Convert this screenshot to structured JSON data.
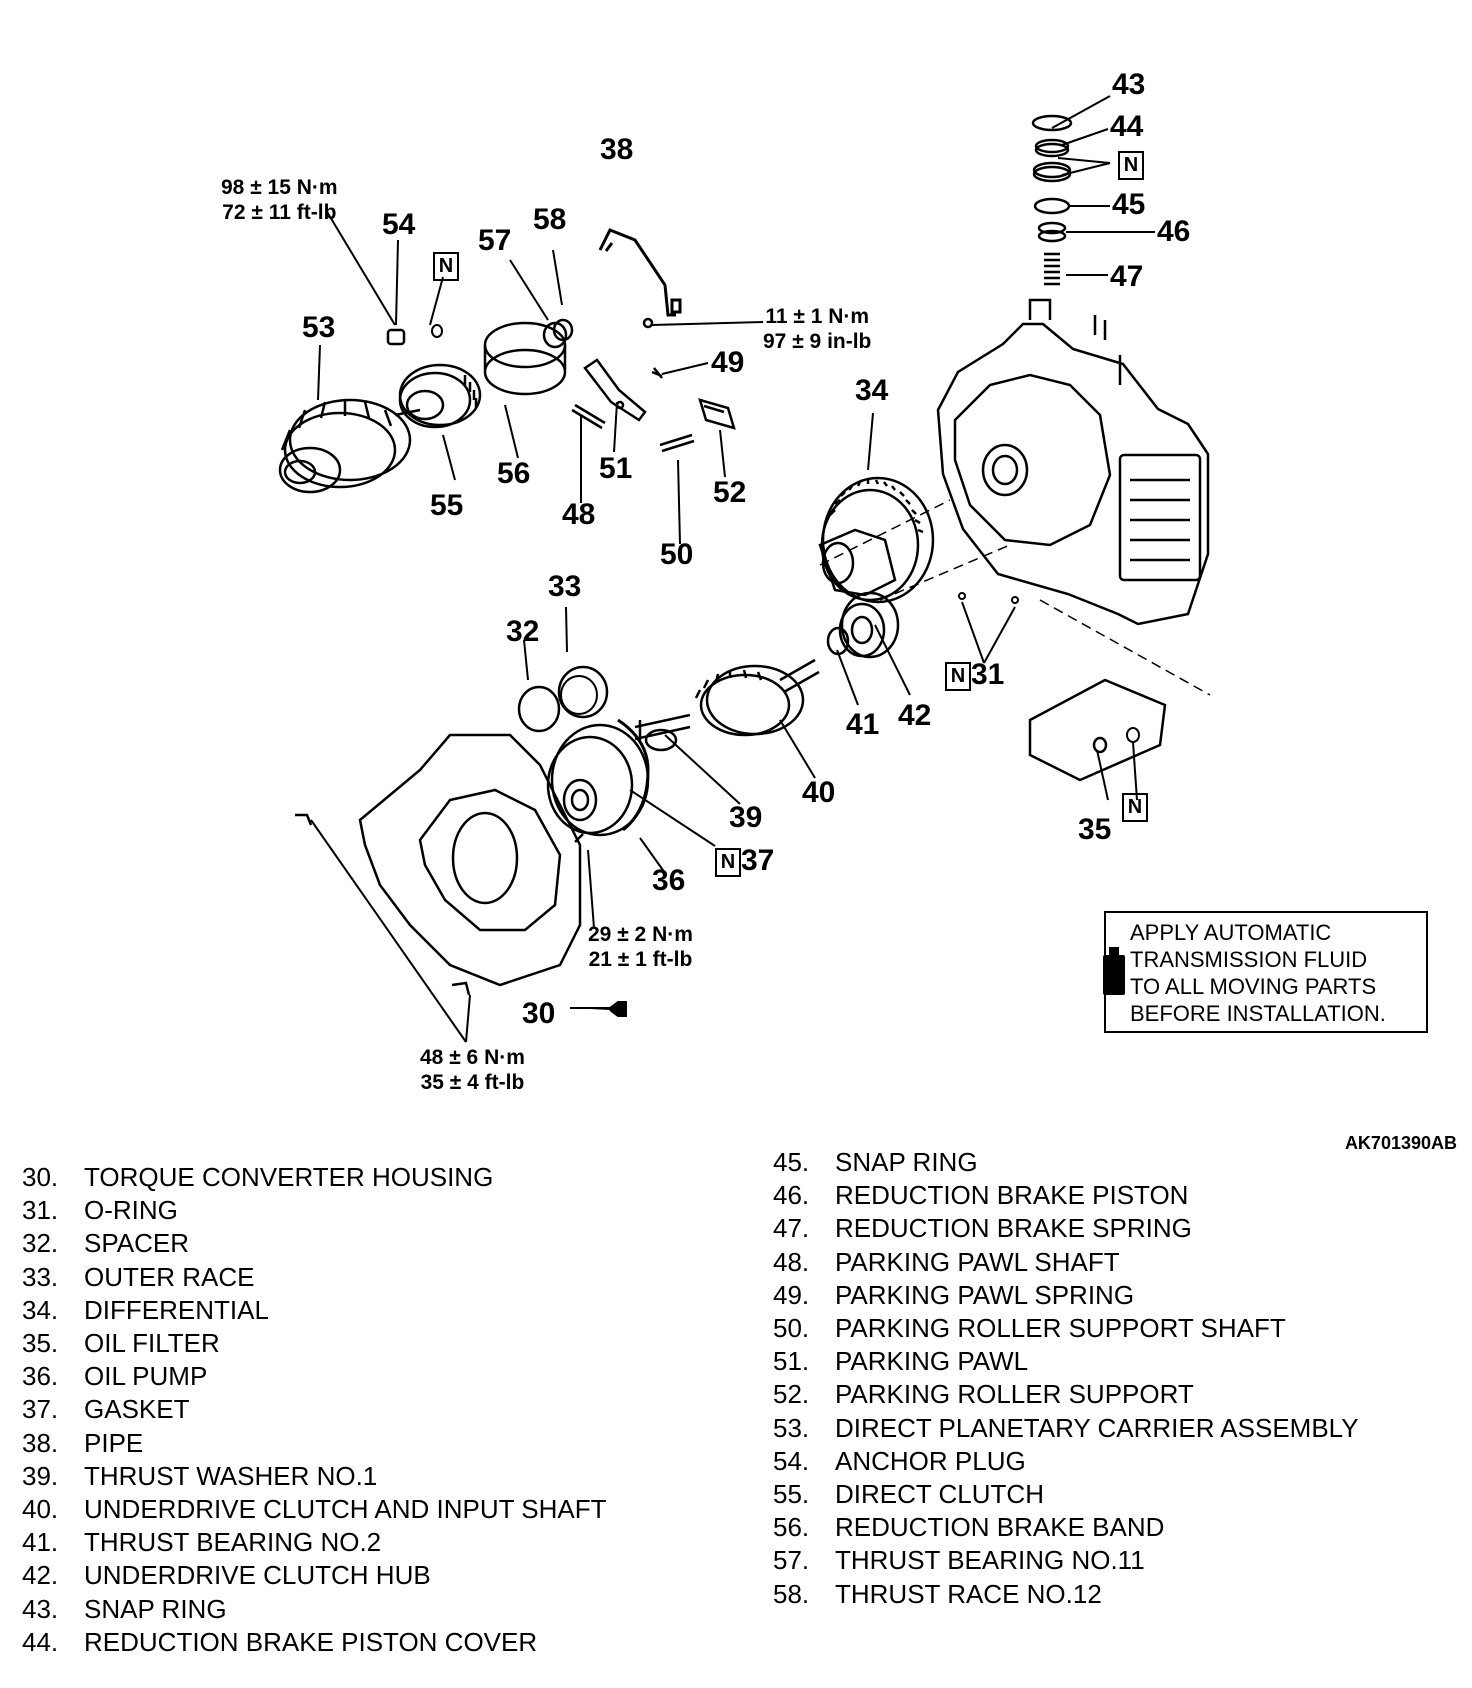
{
  "callouts": {
    "c30": "30",
    "c31": "31",
    "c32": "32",
    "c33": "33",
    "c34": "34",
    "c35": "35",
    "c36": "36",
    "c37": "37",
    "c38": "38",
    "c39": "39",
    "c40": "40",
    "c41": "41",
    "c42": "42",
    "c43": "43",
    "c44": "44",
    "c45": "45",
    "c46": "46",
    "c47": "47",
    "c48": "48",
    "c49": "49",
    "c50": "50",
    "c51": "51",
    "c52": "52",
    "c53": "53",
    "c54": "54",
    "c55": "55",
    "c56": "56",
    "c57": "57",
    "c58": "58"
  },
  "new_part_marker": "N",
  "torque_specs": {
    "anchor_plug": [
      "98 ± 15 N·m",
      "72 ± 11 ft-lb"
    ],
    "pipe_bolt": [
      "11 ± 1 N·m",
      "97 ± 9 in-lb"
    ],
    "pump_bolt": [
      "29 ± 2 N·m",
      "21 ± 1 ft-lb"
    ],
    "housing_bolt": [
      "48 ± 6 N·m",
      "35 ± 4 ft-lb"
    ]
  },
  "note": {
    "lines": [
      "APPLY AUTOMATIC",
      "TRANSMISSION FLUID",
      "TO ALL MOVING PARTS",
      "BEFORE INSTALLATION."
    ],
    "icon": "fluid-bottle-icon"
  },
  "figure_code": "AK701390AB",
  "legend_left": [
    {
      "num": "30.",
      "name": "TORQUE CONVERTER HOUSING"
    },
    {
      "num": "31.",
      "name": "O-RING"
    },
    {
      "num": "32.",
      "name": "SPACER"
    },
    {
      "num": "33.",
      "name": "OUTER RACE"
    },
    {
      "num": "34.",
      "name": "DIFFERENTIAL"
    },
    {
      "num": "35.",
      "name": "OIL FILTER"
    },
    {
      "num": "36.",
      "name": "OIL PUMP"
    },
    {
      "num": "37.",
      "name": "GASKET"
    },
    {
      "num": "38.",
      "name": "PIPE"
    },
    {
      "num": "39.",
      "name": "THRUST WASHER NO.1"
    },
    {
      "num": "40.",
      "name": "UNDERDRIVE CLUTCH AND INPUT SHAFT"
    },
    {
      "num": "41.",
      "name": "THRUST BEARING NO.2"
    },
    {
      "num": "42.",
      "name": "UNDERDRIVE CLUTCH HUB"
    },
    {
      "num": "43.",
      "name": "SNAP RING"
    },
    {
      "num": "44.",
      "name": "REDUCTION BRAKE PISTON COVER"
    }
  ],
  "legend_right": [
    {
      "num": "45.",
      "name": "SNAP RING"
    },
    {
      "num": "46.",
      "name": "REDUCTION BRAKE PISTON"
    },
    {
      "num": "47.",
      "name": "REDUCTION BRAKE SPRING"
    },
    {
      "num": "48.",
      "name": "PARKING PAWL SHAFT"
    },
    {
      "num": "49.",
      "name": "PARKING PAWL SPRING"
    },
    {
      "num": "50.",
      "name": "PARKING ROLLER SUPPORT SHAFT"
    },
    {
      "num": "51.",
      "name": "PARKING PAWL"
    },
    {
      "num": "52.",
      "name": "PARKING ROLLER SUPPORT"
    },
    {
      "num": "53.",
      "name": "DIRECT PLANETARY CARRIER ASSEMBLY"
    },
    {
      "num": "54.",
      "name": "ANCHOR PLUG"
    },
    {
      "num": "55.",
      "name": "DIRECT CLUTCH"
    },
    {
      "num": "56.",
      "name": "REDUCTION BRAKE BAND"
    },
    {
      "num": "57.",
      "name": "THRUST BEARING NO.11"
    },
    {
      "num": "58.",
      "name": "THRUST RACE NO.12"
    }
  ]
}
